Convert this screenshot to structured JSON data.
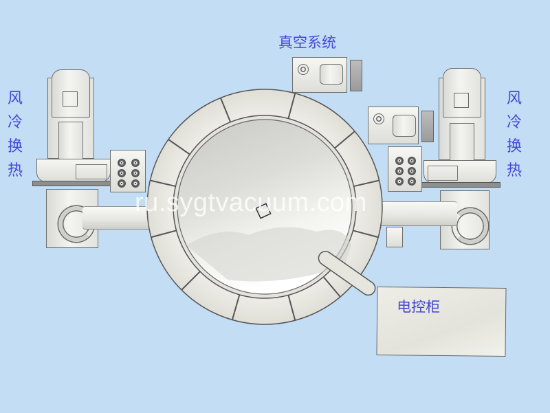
{
  "diagram": {
    "title": "Vacuum system equipment layout (top view)",
    "background_color": "#c3ddf5",
    "label_color": "#4646d6",
    "labels": {
      "vacuum_system": "真空系统",
      "left_heat_exchange": [
        "风",
        "冷",
        "换",
        "热"
      ],
      "right_heat_exchange": [
        "风",
        "冷",
        "换",
        "热"
      ],
      "control_cabinet": "电控柜"
    },
    "watermark": "ru.sygtvacuum.com",
    "components": [
      {
        "id": "vacuum-chamber",
        "shape": "circular vessel with segmented outer ring and viewport"
      },
      {
        "id": "vacuum-pump-top",
        "label_ref": "vacuum_system"
      },
      {
        "id": "vacuum-pump-right"
      },
      {
        "id": "left-fan-motor",
        "label_ref": "left_heat_exchange"
      },
      {
        "id": "right-fan-motor",
        "label_ref": "right_heat_exchange"
      },
      {
        "id": "left-junction-box",
        "connectors": 6
      },
      {
        "id": "right-junction-box",
        "connectors": 6
      },
      {
        "id": "left-heat-exchanger-duct"
      },
      {
        "id": "right-heat-exchanger-duct"
      },
      {
        "id": "control-cabinet",
        "label_ref": "control_cabinet"
      }
    ]
  }
}
